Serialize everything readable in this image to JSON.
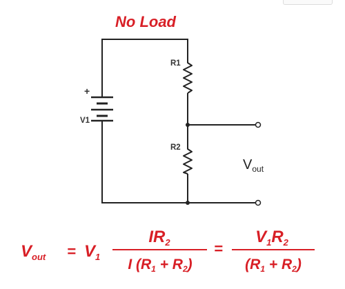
{
  "title": "No Load",
  "components": {
    "r1": "R1",
    "r2": "R2",
    "v1": "V1",
    "plus": "+"
  },
  "output": {
    "label_main": "V",
    "label_sub": "out"
  },
  "formula": {
    "lhs_main": "V",
    "lhs_sub": "out",
    "equals": "=",
    "v_main": "V",
    "v_sub": "1",
    "frac1_num_main": "IR",
    "frac1_num_sub": "2",
    "frac1_den_a": "I (R",
    "frac1_den_a_sub": "1",
    "frac1_den_b": " + R",
    "frac1_den_b_sub": "2",
    "frac1_den_c": ")",
    "frac2_num_a": "V",
    "frac2_num_a_sub": "1",
    "frac2_num_b": "R",
    "frac2_num_b_sub": "2",
    "frac2_den_a": "(R",
    "frac2_den_a_sub": "1",
    "frac2_den_b": " + R",
    "frac2_den_b_sub": "2",
    "frac2_den_c": ")"
  },
  "colors": {
    "accent_red": "#d81f26",
    "wire": "#222222"
  }
}
